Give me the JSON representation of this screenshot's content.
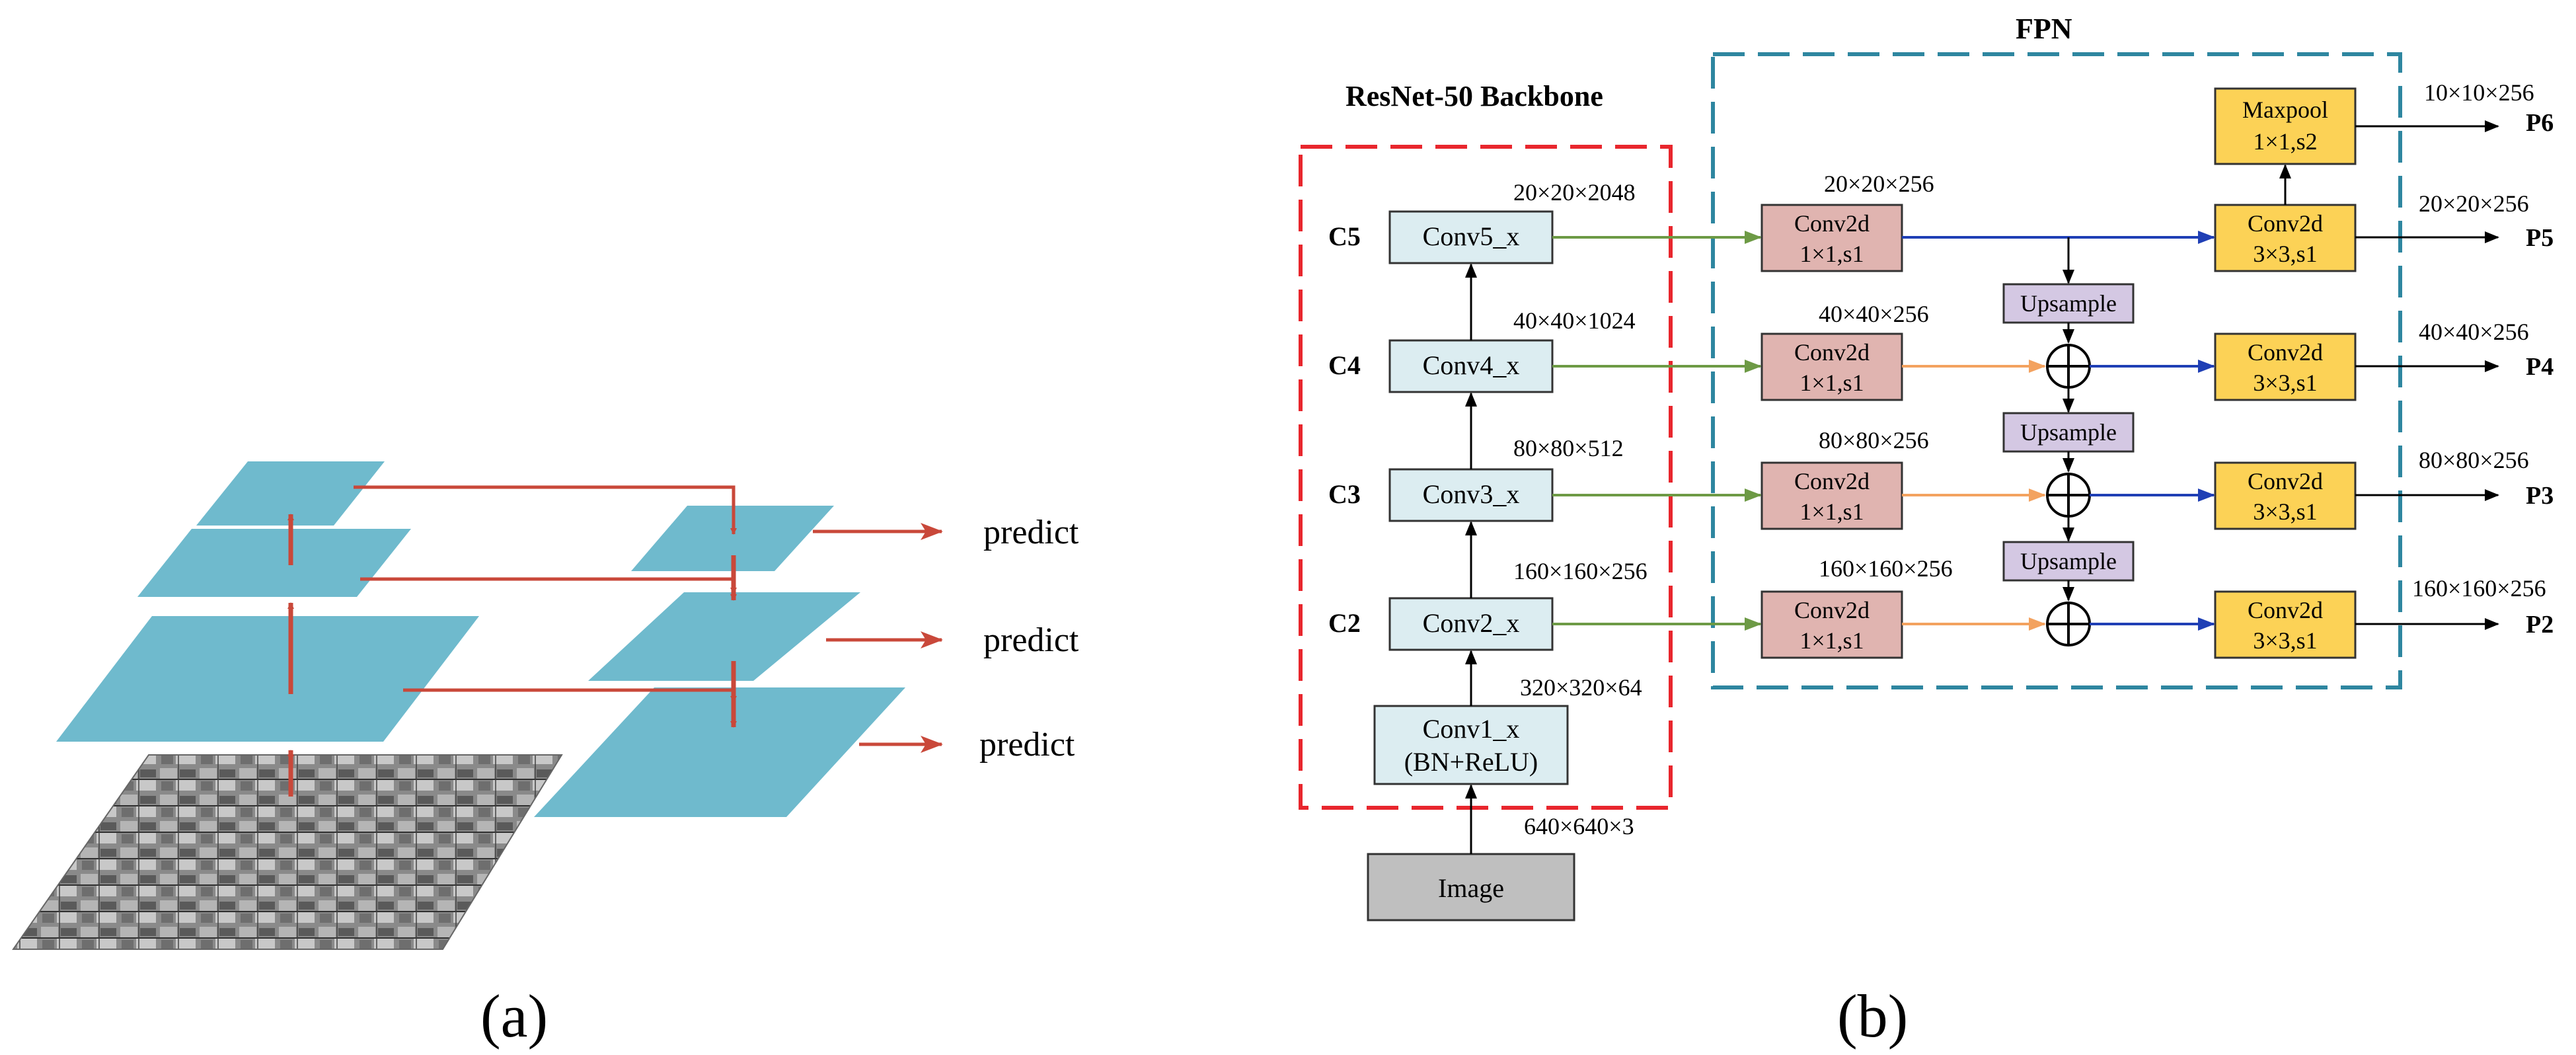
{
  "colors": {
    "plane": "#6fbacd",
    "red_arrow": "#c9483a",
    "green_arrow": "#6d9a45",
    "orange_arrow": "#f3a25f",
    "blue_arrow": "#1f3fb5",
    "backbone_border": "#e8262d",
    "fpn_border": "#2e86a0",
    "conv_backbone_fill": "#dcedf1",
    "conv1x1_fill": "#e0b4b0",
    "conv3x3_fill": "#fcd256",
    "upsample_fill": "#d4c8e3",
    "image_fill": "#bfbfbf"
  },
  "panel_a": {
    "caption": "(a)",
    "predict_labels": [
      "predict",
      "predict",
      "predict"
    ]
  },
  "panel_b": {
    "caption": "(b)",
    "backbone_title": "ResNet-50 Backbone",
    "fpn_title": "FPN",
    "image_label": "Image",
    "image_dim": "640×640×3",
    "conv1": {
      "line1": "Conv1_x",
      "line2": "(BN+ReLU)",
      "dim": "320×320×64"
    },
    "stages": [
      {
        "tag": "C2",
        "conv": "Conv2_x",
        "dim": "160×160×256",
        "lateral_dim": "160×160×256",
        "out_dim": "160×160×256",
        "out": "P2"
      },
      {
        "tag": "C3",
        "conv": "Conv3_x",
        "dim": "80×80×512",
        "lateral_dim": "80×80×256",
        "out_dim": "80×80×256",
        "out": "P3"
      },
      {
        "tag": "C4",
        "conv": "Conv4_x",
        "dim": "40×40×1024",
        "lateral_dim": "40×40×256",
        "out_dim": "40×40×256",
        "out": "P4"
      },
      {
        "tag": "C5",
        "conv": "Conv5_x",
        "dim": "20×20×2048",
        "lateral_dim": "20×20×256",
        "out_dim": "20×20×256",
        "out": "P5"
      }
    ],
    "conv2d_label": "Conv2d",
    "conv1x1_sub": "1×1,s1",
    "conv3x3_sub": "3×3,s1",
    "upsample_label": "Upsample",
    "maxpool": {
      "line1": "Maxpool",
      "line2": "1×1,s2",
      "dim": "10×10×256",
      "out": "P6"
    }
  }
}
